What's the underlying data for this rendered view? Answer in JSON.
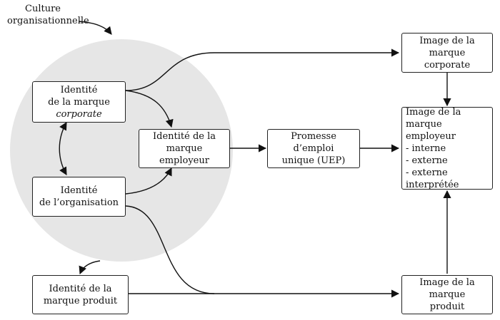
{
  "culture_label": [
    "Culture",
    "organisationnelle"
  ],
  "nodes": {
    "corporate_identity": [
      "Identité",
      "de la marque",
      "corporate"
    ],
    "org_identity": [
      "Identité",
      "de l’organisation"
    ],
    "employer_identity": [
      "Identité de la",
      "marque",
      "employeur"
    ],
    "uep": [
      "Promesse",
      "d’emploi",
      "unique (UEP)"
    ],
    "corporate_image": [
      "Image de la marque",
      "corporate"
    ],
    "employer_image": [
      "Image de la marque",
      "employeur",
      "- interne",
      "- externe",
      "- externe interprétée"
    ],
    "product_identity": [
      "Identité de la",
      "marque produit"
    ],
    "product_image": [
      "Image de la marque",
      "produit"
    ]
  }
}
